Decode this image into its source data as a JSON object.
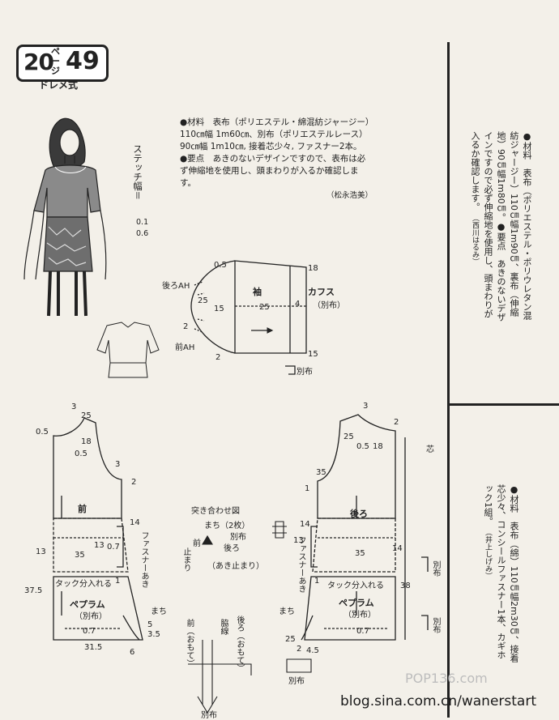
{
  "badge": {
    "left_num": "20",
    "pg_label": "ページ",
    "right_num": "49",
    "subtitle": "ドレメ式"
  },
  "stitch_label": "ステッチ幅＝",
  "stitch_values": [
    "0.1",
    "0.6"
  ],
  "materials": {
    "line1": "●材料　表布（ポリエステル・綿混紡ジャージー）110㎝幅 1m60㎝、別布（ポリエステルレース）90㎝幅 1m10㎝, 接着芯少々, ファスナー2本。",
    "line2": "●要点　あきのないデザインですので、表布は必ず伸縮地を使用し、頭まわりが入るか確認します。",
    "credit": "（松永浩美）"
  },
  "right_top": {
    "text": "●材料　表布（ポリエステル・ポリウレタン混紡ジャージー）110㎝幅1m90㎝、裏布（伸縮地）90㎝幅1m80㎝。●要点　あきのないデザインですので必ず伸縮地を使用し、頭まわりが入るか確認します。",
    "credit": "（西川はるみ）"
  },
  "right_bottom": {
    "text": "●材料　表布（綿）110㎝幅2m30㎝、接着芯少々、コンシールファスナー1本、カギホック1組。",
    "credit": "（井上しげみ）"
  },
  "sleeve": {
    "title": "袖",
    "cuff_title": "カフス",
    "cuff_sub": "（別布）",
    "back_ah": "後ろAH",
    "front_ah": "前AH",
    "n_05": "0.5",
    "n_25a": "25",
    "n_15a": "15",
    "n_25b": "25",
    "n_4": "4",
    "n_2": "2",
    "n_2b": "2",
    "n_18": "18",
    "n_15b": "15",
    "cuff_bias": "別布"
  },
  "front": {
    "title": "前",
    "peplum": "ペプラム",
    "peplum_sub": "（別布）",
    "tuck": "タック分入れる",
    "zipper": "ファスナーあき",
    "gusset": "まち",
    "n_3": "3",
    "n_25": "25",
    "n_05a": "0.5",
    "n_18": "18",
    "n_05b": "0.5",
    "n_3b": "3",
    "n_2": "2",
    "n_14": "14",
    "n_13a": "13",
    "n_07a": "0.7",
    "n_35": "35",
    "n_13b": "13",
    "n_1": "1",
    "n_375": "37.5",
    "n_5": "5",
    "n_35b": "3.5",
    "n_07b": "0.7",
    "n_315": "31.5",
    "n_6": "6"
  },
  "match_diagram": {
    "title": "突き合わせ図",
    "gusset": "まち（2枚）",
    "sub": "別布",
    "front": "前",
    "back": "後ろ",
    "stop": "止まり",
    "mark": "（あき止まり）"
  },
  "back": {
    "title": "後ろ",
    "peplum": "ペプラム",
    "peplum_sub": "（別布）",
    "tuck": "タック分入れる",
    "zipper": "ファスナーあき",
    "gusset": "まち",
    "n_3": "3",
    "n_25": "25",
    "n_05": "0.5",
    "n_18": "18",
    "n_2": "2",
    "n_35": "35",
    "n_1": "1",
    "n_14a": "14",
    "n_13": "13",
    "n_35b": "35",
    "n_14b": "14",
    "n_1b": "1",
    "n_38": "38",
    "n_07": "0.7",
    "n_25b": "25",
    "n_2b": "2",
    "n_45": "4.5",
    "bias1": "別布",
    "bias2": "別布",
    "interfacing": "芯"
  },
  "bottom_detail": {
    "front": "前（おもて）",
    "back": "後ろ（おもて）",
    "side": "脇線",
    "bias": "別布",
    "bias2": "別布"
  },
  "watermark": "blog.sina.com.cn/wanerstart",
  "pop_logo": "POP136.com"
}
